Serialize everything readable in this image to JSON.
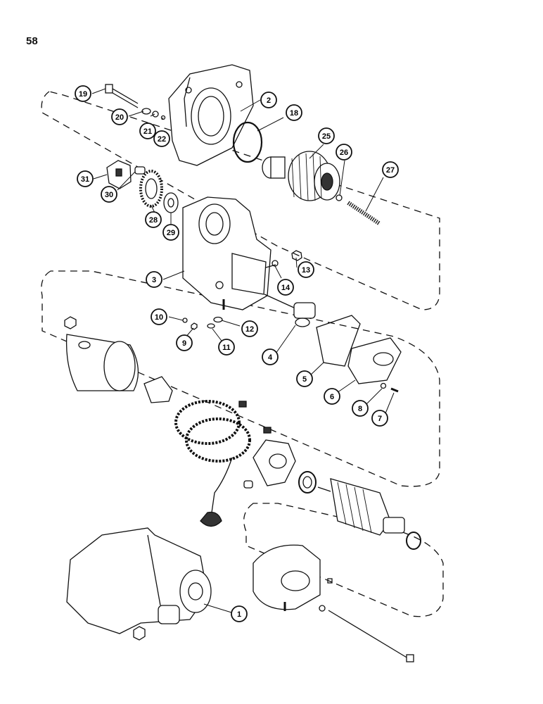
{
  "page": {
    "number": "58"
  },
  "callouts": [
    {
      "id": "c1",
      "label": "1"
    },
    {
      "id": "c2",
      "label": "2"
    },
    {
      "id": "c3",
      "label": "3"
    },
    {
      "id": "c4",
      "label": "4"
    },
    {
      "id": "c5",
      "label": "5"
    },
    {
      "id": "c6",
      "label": "6"
    },
    {
      "id": "c7",
      "label": "7"
    },
    {
      "id": "c8",
      "label": "8"
    },
    {
      "id": "c9",
      "label": "9"
    },
    {
      "id": "c10",
      "label": "10"
    },
    {
      "id": "c11",
      "label": "11"
    },
    {
      "id": "c12",
      "label": "12"
    },
    {
      "id": "c13",
      "label": "13"
    },
    {
      "id": "c14",
      "label": "14"
    },
    {
      "id": "c18",
      "label": "18"
    },
    {
      "id": "c19",
      "label": "19"
    },
    {
      "id": "c20",
      "label": "20"
    },
    {
      "id": "c21",
      "label": "21"
    },
    {
      "id": "c22",
      "label": "22"
    },
    {
      "id": "c25",
      "label": "25"
    },
    {
      "id": "c26",
      "label": "26"
    },
    {
      "id": "c27",
      "label": "27"
    },
    {
      "id": "c28",
      "label": "28"
    },
    {
      "id": "c29",
      "label": "29"
    },
    {
      "id": "c30",
      "label": "30"
    },
    {
      "id": "c31",
      "label": "31"
    }
  ]
}
